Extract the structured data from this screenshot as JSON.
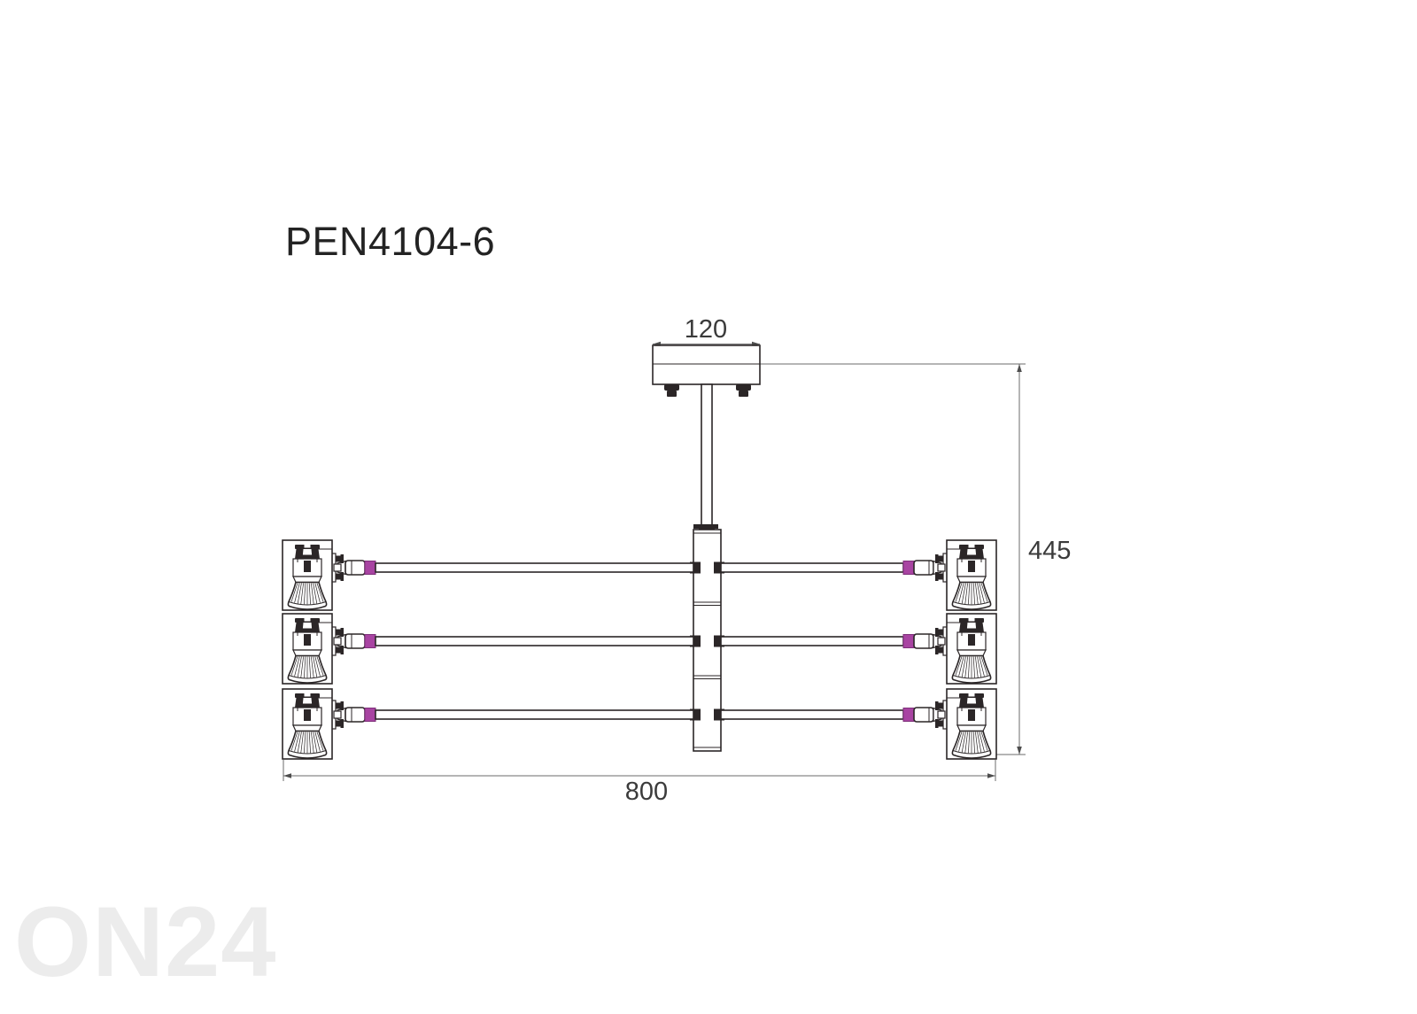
{
  "title": "PEN4104-6",
  "watermark": {
    "text": "ON24"
  },
  "dimensions": {
    "canopy_width_label": "120",
    "overall_drop_label": "445",
    "overall_width_label": "800"
  },
  "colors": {
    "background": "#ffffff",
    "outline": "#2b2627",
    "dimension_line": "#6b6b6b",
    "accent_band": "#a844a2",
    "watermark": "#ececec"
  },
  "drawing": {
    "type": "technical-dimension-diagram",
    "description": "Ceiling light fixture PEN4104-6: square canopy with stem, central column, three crossbars each ending in a downward spotlight (6 lights total)"
  }
}
